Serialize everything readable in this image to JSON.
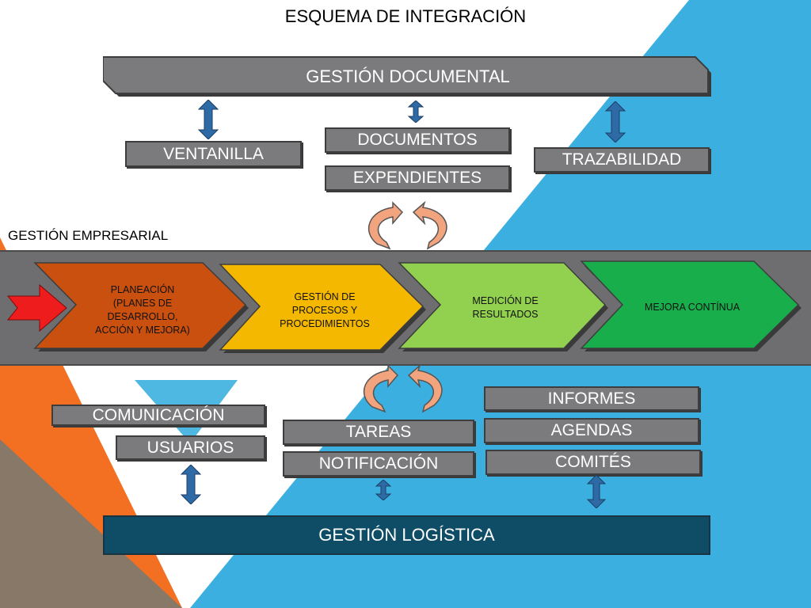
{
  "title": "ESQUEMA DE INTEGRACIÓN",
  "gestion_documental": {
    "banner": "GESTIÓN DOCUMENTAL",
    "items": [
      "VENTANILLA",
      "DOCUMENTOS",
      "EXPENDIENTES",
      "TRAZABILIDAD"
    ]
  },
  "gestion_empresarial": {
    "label": "GESTIÓN EMPRESARIAL",
    "steps": [
      "PLANEACIÓN\n(PLANES DE\nDESARROLLO,\nACCIÓN Y MEJORA)",
      "GESTIÓN DE\nPROCESOS Y\nPROCEDIMIENTOS",
      "MEDICIÓN DE\nRESULTADOS",
      "MEJORA CONTÍNUA"
    ],
    "step_colors": [
      "#c9500f",
      "#f5b800",
      "#92d050",
      "#19ae4c"
    ]
  },
  "gestion_logistica": {
    "banner": "GESTIÓN LOGÍSTICA",
    "items": [
      "COMUNICACIÓN",
      "USUARIOS",
      "TAREAS",
      "NOTIFICACIÓN",
      "INFORMES",
      "AGENDAS",
      "COMITÉS"
    ]
  },
  "colors": {
    "background_blue": "#3bb0e0",
    "background_orange": "#f36f21",
    "label_gray": "#7b7b7d",
    "band_gray": "#6e6e70",
    "logistica_bar": "#0f4d66",
    "arrow_blue": "#2e6aa6",
    "cycle_arrow": "#f2a47f",
    "start_arrow": "#ee1c1c"
  }
}
